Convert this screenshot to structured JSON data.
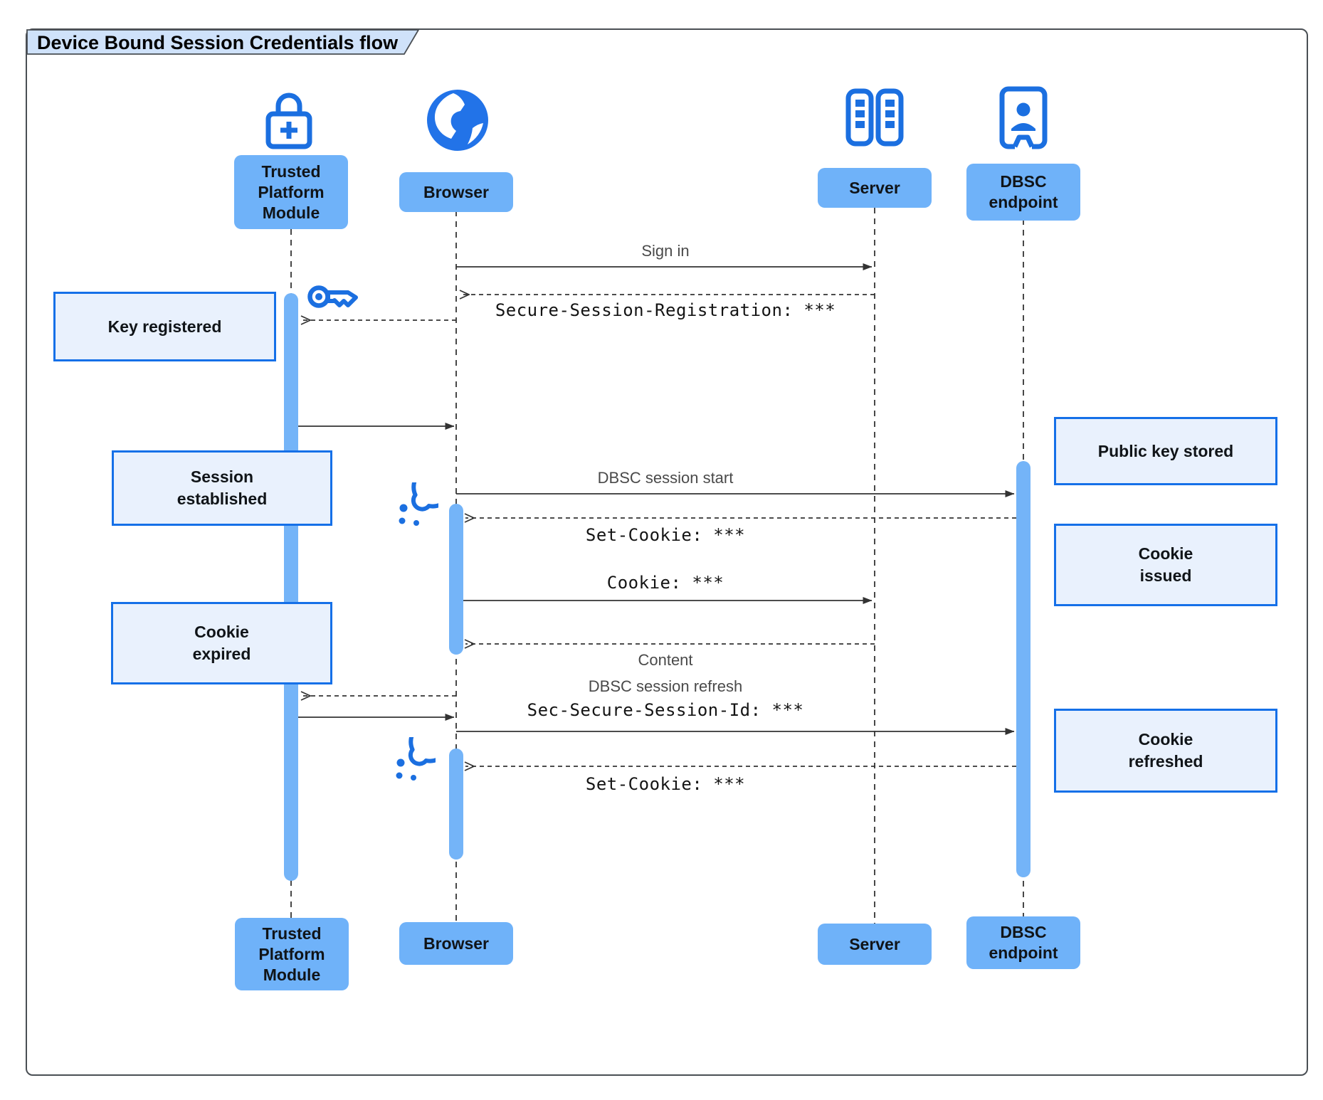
{
  "title": "Device Bound Session Credentials flow",
  "actors": [
    {
      "id": "tpm",
      "label": "Trusted Platform Module",
      "lines": [
        "Trusted",
        "Platform",
        "Module"
      ],
      "icon": "lock-plus-icon"
    },
    {
      "id": "browser",
      "label": "Browser",
      "lines": [
        "Browser"
      ],
      "icon": "globe-icon"
    },
    {
      "id": "server",
      "label": "Server",
      "lines": [
        "Server"
      ],
      "icon": "server-rack-icon"
    },
    {
      "id": "dbsc",
      "label": "DBSC endpoint",
      "lines": [
        "DBSC",
        "endpoint"
      ],
      "icon": "door-person-icon"
    }
  ],
  "messages": [
    {
      "from": "Browser",
      "to": "Server",
      "style": "solid",
      "label": "Sign in",
      "mono": false
    },
    {
      "from": "Server",
      "to": "Browser",
      "style": "dashed",
      "label": "Secure-Session-Registration: ***",
      "mono": true
    },
    {
      "from": "Browser",
      "to": "Trusted Platform Module",
      "style": "dashed",
      "label": "",
      "mono": false
    },
    {
      "from": "Trusted Platform Module",
      "to": "Browser",
      "style": "solid",
      "label": "",
      "mono": false
    },
    {
      "from": "Browser",
      "to": "DBSC endpoint",
      "style": "solid",
      "label": "DBSC session start",
      "mono": false
    },
    {
      "from": "DBSC endpoint",
      "to": "Browser",
      "style": "dashed",
      "label": "Set-Cookie: ***",
      "mono": true
    },
    {
      "from": "Browser",
      "to": "Server",
      "style": "solid",
      "label": "Cookie: ***",
      "mono": true
    },
    {
      "from": "Server",
      "to": "Browser",
      "style": "dashed",
      "label": "Content",
      "mono": false
    },
    {
      "from": "Browser",
      "to": "Trusted Platform Module",
      "style": "dashed",
      "label": "",
      "mono": false
    },
    {
      "from": "Trusted Platform Module",
      "to": "Browser",
      "style": "solid",
      "label": "",
      "mono": false
    },
    {
      "from": "Browser",
      "to": "DBSC endpoint",
      "style": "solid",
      "label": "DBSC session refresh",
      "label2": "Sec-Secure-Session-Id: ***",
      "mono": false
    },
    {
      "from": "DBSC endpoint",
      "to": "Browser",
      "style": "dashed",
      "label": "Set-Cookie: ***",
      "mono": true
    }
  ],
  "notes": [
    {
      "side": "left",
      "label": "Key registered",
      "lines": [
        "Key registered"
      ]
    },
    {
      "side": "left",
      "label": "Session established",
      "lines": [
        "Session",
        "established"
      ]
    },
    {
      "side": "left",
      "label": "Cookie expired",
      "lines": [
        "Cookie",
        "expired"
      ]
    },
    {
      "side": "right",
      "label": "Public key stored",
      "lines": [
        "Public key stored"
      ]
    },
    {
      "side": "right",
      "label": "Cookie issued",
      "lines": [
        "Cookie",
        "issued"
      ]
    },
    {
      "side": "right",
      "label": "Cookie refreshed",
      "lines": [
        "Cookie",
        "refreshed"
      ]
    }
  ],
  "icons": {
    "tpm": "lock-plus-icon",
    "browser": "globe-icon",
    "server": "server-rack-icon",
    "dbsc_endpoint": "door-person-icon",
    "key": "key-icon",
    "cookie": "cookie-icon"
  },
  "colors": {
    "actor_box": "#6fb2f9",
    "activation_bar": "#74b4f8",
    "note_fill": "#e9f1fd",
    "note_border": "#1570e8",
    "icon_blue": "#1b6fe0",
    "title_fill": "#cfe2fa",
    "arrow": "#333333",
    "frame_border": "#4a4f54"
  }
}
